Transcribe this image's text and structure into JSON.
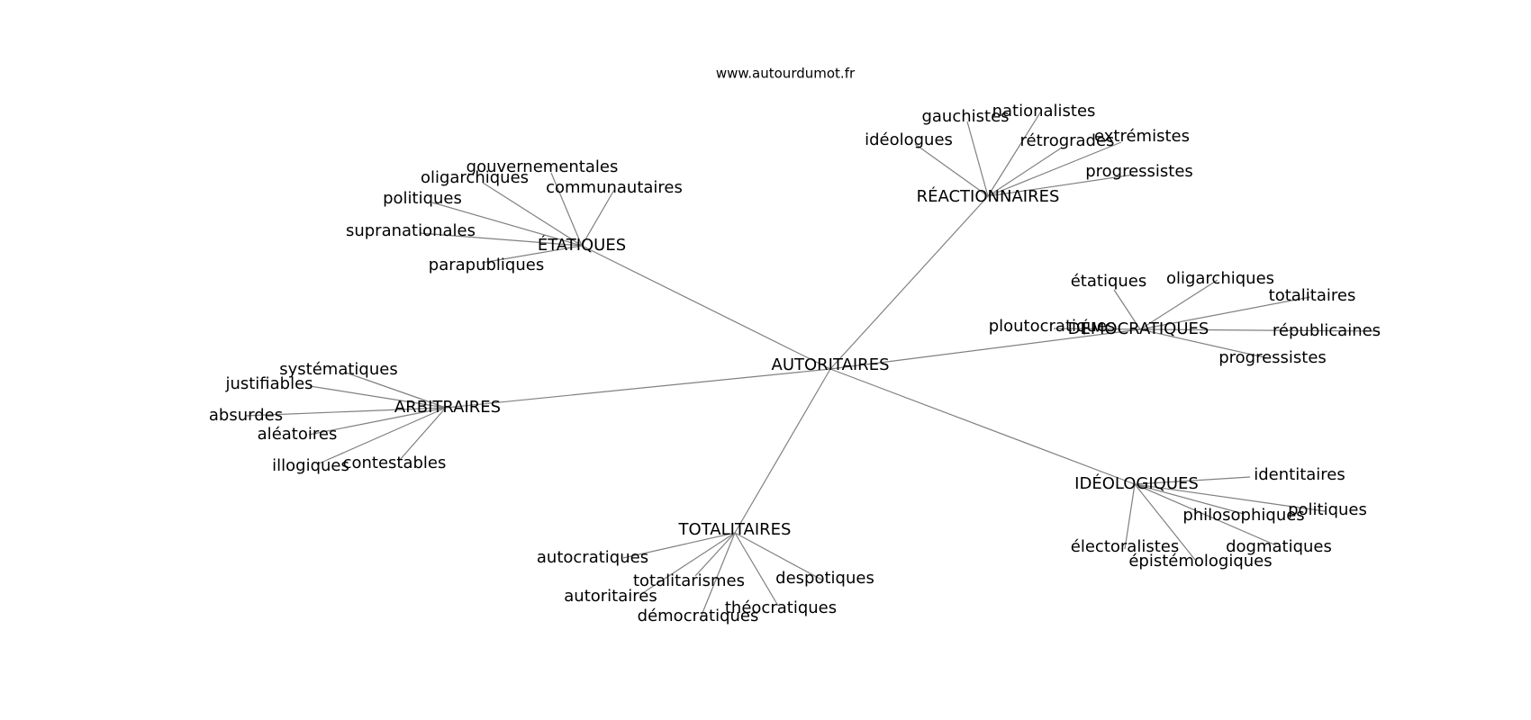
{
  "source": "www.autourdumot.fr",
  "graph": {
    "center": "AUTORITAIRES",
    "clusters": [
      {
        "label": "ÉTATIQUES",
        "leaves": [
          "gouvernementales",
          "oligarchiques",
          "communautaires",
          "politiques",
          "supranationales",
          "parapubliques"
        ]
      },
      {
        "label": "RÉACTIONNAIRES",
        "leaves": [
          "gauchistes",
          "nationalistes",
          "idéologues",
          "rétrogrades",
          "extrémistes",
          "progressistes"
        ]
      },
      {
        "label": "DÉMOCRATIQUES",
        "leaves": [
          "étatiques",
          "oligarchiques",
          "totalitaires",
          "ploutocratiques",
          "républicaines",
          "progressistes"
        ]
      },
      {
        "label": "ARBITRAIRES",
        "leaves": [
          "systématiques",
          "justifiables",
          "absurdes",
          "aléatoires",
          "illogiques",
          "contestables"
        ]
      },
      {
        "label": "IDÉOLOGIQUES",
        "leaves": [
          "identitaires",
          "philosophiques",
          "politiques",
          "électoralistes",
          "dogmatiques",
          "épistémologiques"
        ]
      },
      {
        "label": "TOTALITAIRES",
        "leaves": [
          "autocratiques",
          "totalitarismes",
          "despotiques",
          "autoritaires",
          "théocratiques",
          "démocratiques"
        ]
      }
    ]
  }
}
